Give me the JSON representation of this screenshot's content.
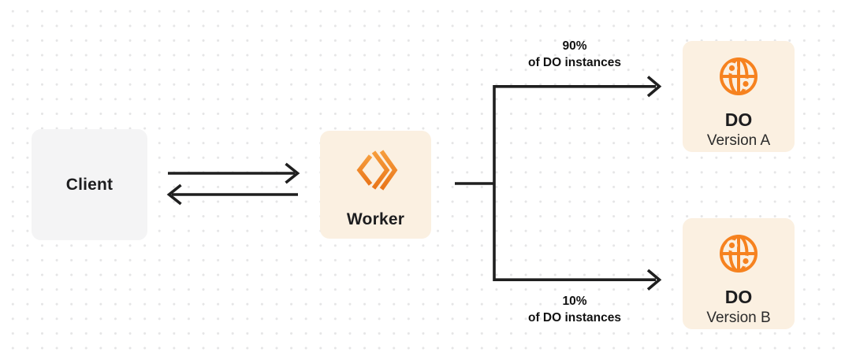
{
  "nodes": {
    "client": {
      "label": "Client"
    },
    "worker": {
      "label": "Worker",
      "icon": "workers-chevrons-icon"
    },
    "do_version_a": {
      "title": "DO",
      "subtitle": "Version A",
      "icon": "globe-icon"
    },
    "do_version_b": {
      "title": "DO",
      "subtitle": "Version B",
      "icon": "globe-icon"
    }
  },
  "labels": {
    "top_split": {
      "percent": "90%",
      "caption": "of DO instances"
    },
    "bottom_split": {
      "percent": "10%",
      "caption": "of DO instances"
    }
  },
  "colors": {
    "accent_orange": "#f6821f",
    "accent_orange_deep": "#e9751a",
    "node_cream": "#fbf0e1",
    "node_gray": "#f4f4f5",
    "line_dark": "#1f1f1f",
    "grid_dot": "#e5e5e6",
    "background": "#ffffff"
  }
}
